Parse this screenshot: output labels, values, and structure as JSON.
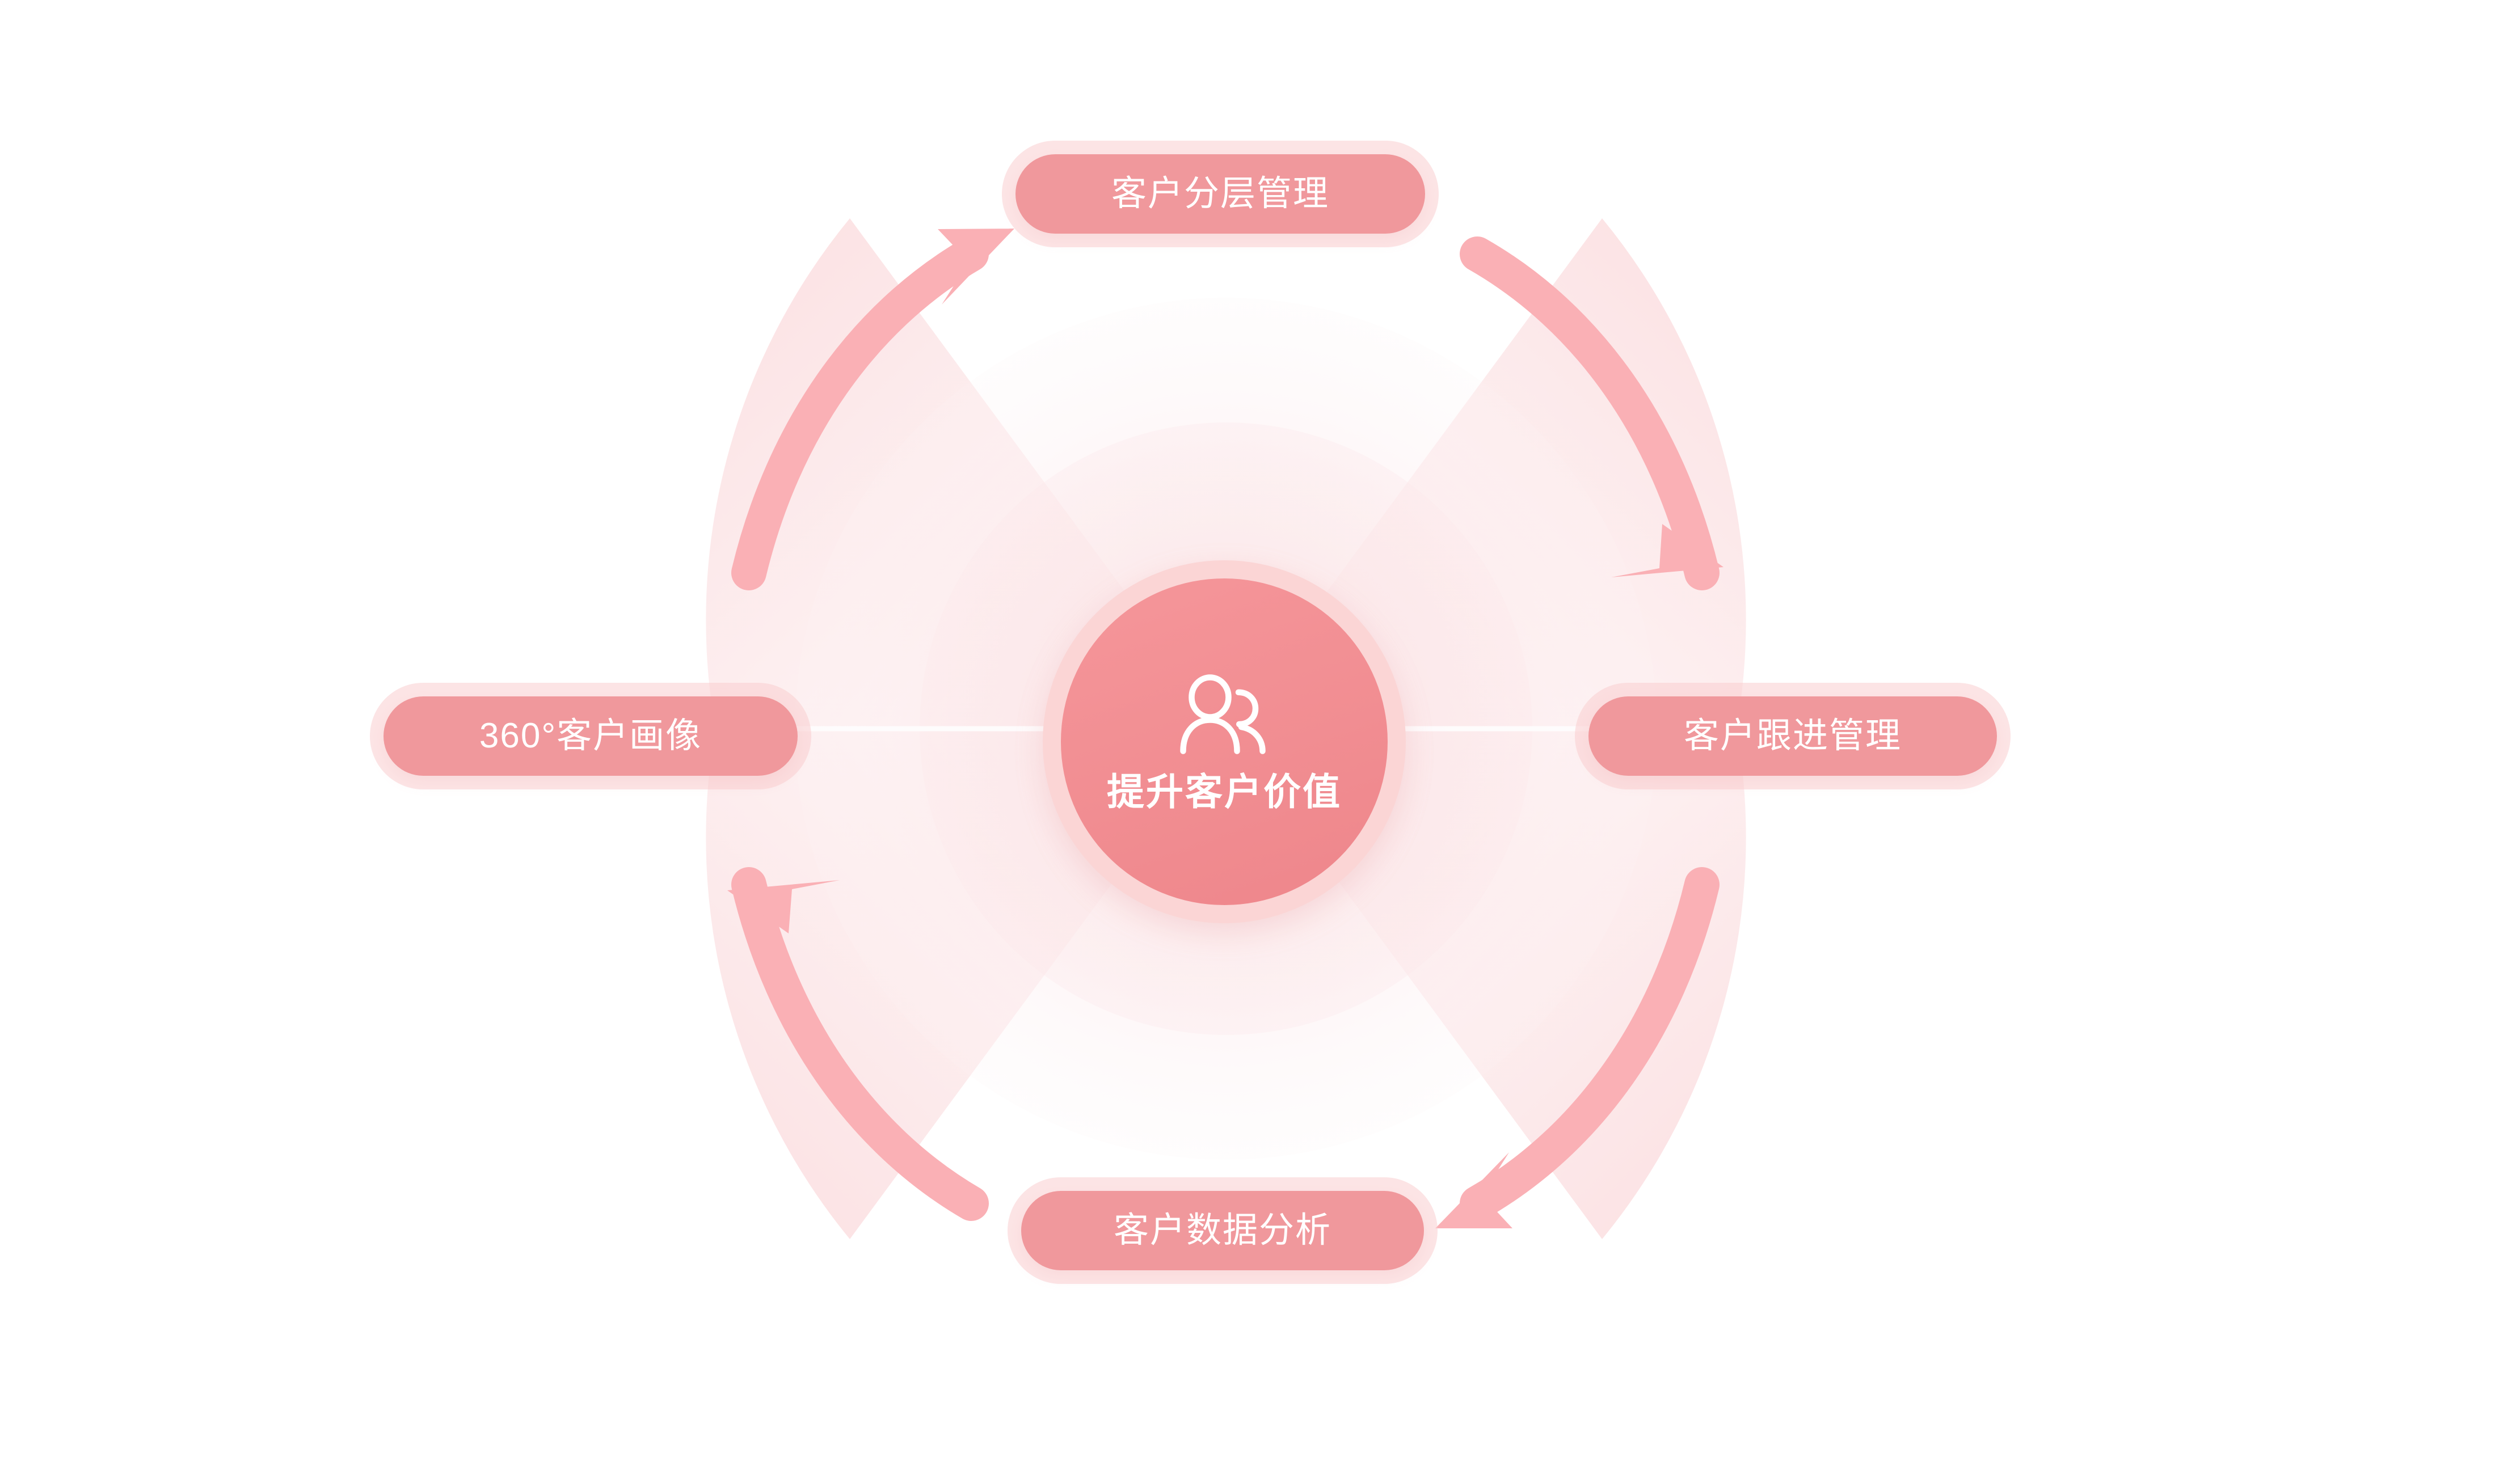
{
  "diagram": {
    "type": "cycle",
    "title_center": "提升客户价值",
    "center": {
      "label": "提升客户价值",
      "icon": "users-icon",
      "core_color": "#F0898E",
      "halo_color": "#FBD5D5"
    },
    "nodes": [
      {
        "id": "top",
        "label": "客户分层管理",
        "position": "top",
        "order": 1
      },
      {
        "id": "right",
        "label": "客户跟进管理",
        "position": "right",
        "order": 2
      },
      {
        "id": "bottom",
        "label": "客户数据分析",
        "position": "bottom",
        "order": 3
      },
      {
        "id": "left",
        "label": "360°客户画像",
        "position": "left",
        "order": 4
      }
    ],
    "arrows": [
      {
        "id": "arrow-left-to-top",
        "from": "360°客户画像",
        "to": "客户分层管理",
        "direction": "clockwise"
      },
      {
        "id": "arrow-top-to-right",
        "from": "客户分层管理",
        "to": "客户跟进管理",
        "direction": "clockwise"
      },
      {
        "id": "arrow-right-to-bottom",
        "from": "客户跟进管理",
        "to": "客户数据分析",
        "direction": "clockwise"
      },
      {
        "id": "arrow-bottom-to-left",
        "from": "客户数据分析",
        "to": "360°客户画像",
        "direction": "clockwise"
      }
    ],
    "colors": {
      "pill_fill": "#F0989C",
      "pill_text": "#FFFFFF",
      "pill_halo": "#FACDD0",
      "arrow": "#FAB0B5",
      "wedge": "#FBE4E5",
      "ring_outer": "#FDF2F3",
      "ring_inner": "#FBE6E7",
      "background": "#FFFFFF"
    }
  }
}
